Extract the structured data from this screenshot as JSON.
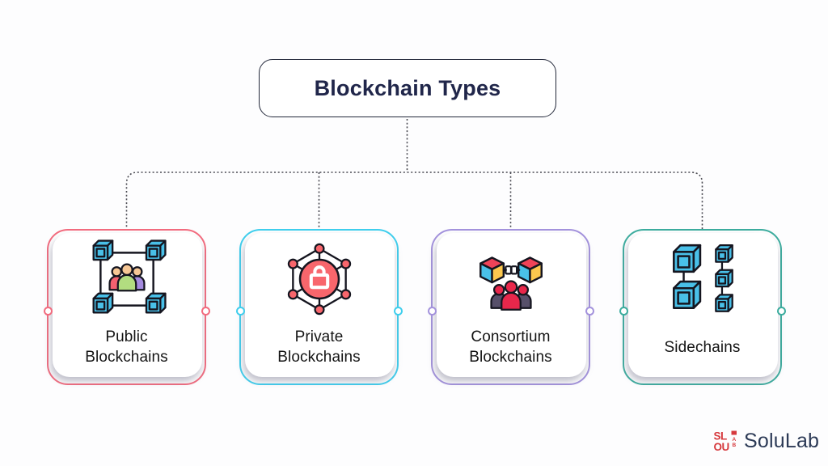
{
  "title": {
    "label": "Blockchain Types"
  },
  "cards": [
    {
      "name": "public-blockchains",
      "line1": "Public",
      "line2": "Blockchains",
      "border_color": "#f26b7e",
      "icon": "cube-network-people-icon"
    },
    {
      "name": "private-blockchains",
      "line1": "Private",
      "line2": "Blockchains",
      "border_color": "#3fceed",
      "icon": "hexagon-network-lock-icon"
    },
    {
      "name": "consortium-blockchains",
      "line1": "Consortium",
      "line2": "Blockchains",
      "border_color": "#a392dc",
      "icon": "linked-cubes-group-icon"
    },
    {
      "name": "sidechains",
      "line1": "Sidechains",
      "line2": "",
      "border_color": "#3cac9e",
      "icon": "parallel-cube-chains-icon"
    }
  ],
  "footer_logo": {
    "brand": "SoluLab",
    "mark_row1": "SL",
    "mark_row2": "OU",
    "mark_side_a": "A",
    "mark_side_b": "B"
  },
  "palette": {
    "title_ink": "#20264a",
    "label_ink": "#141414",
    "connector": "#4a4a52",
    "outline": "#15151f",
    "cube_blue": "#49c0e8",
    "node_red": "#f8666c",
    "head_tan": "#f6c795",
    "body_green": "#b2dd80",
    "body_pink": "#f4616f",
    "body_purple": "#a58be0",
    "cube_red": "#ef4358",
    "cube_yellow": "#fcc84e",
    "body_slate": "#57506a",
    "person_red": "#e8274b",
    "logo_red": "#d6393d",
    "brand_navy": "#2c3a56"
  }
}
